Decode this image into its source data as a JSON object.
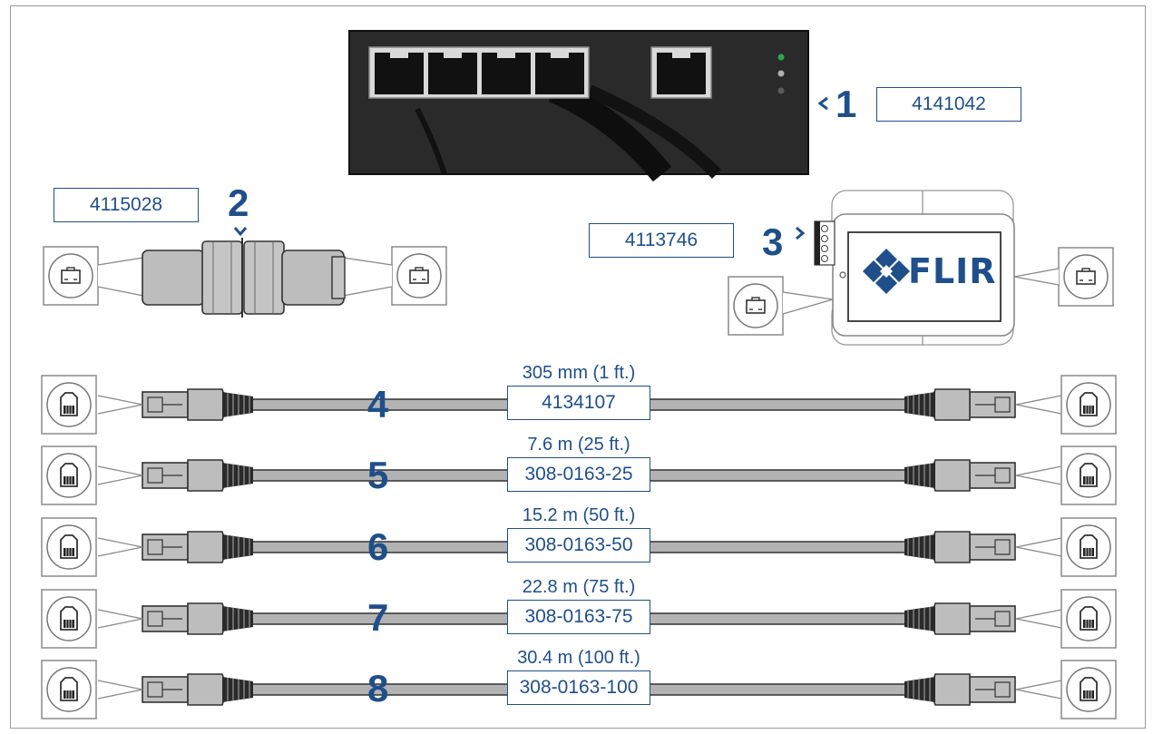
{
  "items": [
    {
      "number": "1",
      "part_number": "4141042"
    },
    {
      "number": "2",
      "part_number": "4115028"
    },
    {
      "number": "3",
      "part_number": "4113746",
      "brand_logo": "FLIR"
    },
    {
      "number": "4",
      "part_number": "4134107",
      "length": "305 mm (1 ft.)"
    },
    {
      "number": "5",
      "part_number": "308-0163-25",
      "length": "7.6 m (25 ft.)"
    },
    {
      "number": "6",
      "part_number": "308-0163-50",
      "length": "15.2 m (50 ft.)"
    },
    {
      "number": "7",
      "part_number": "308-0163-75",
      "length": "22.8 m (75 ft.)"
    },
    {
      "number": "8",
      "part_number": "308-0163-100",
      "length": "30.4 m (100 ft.)"
    }
  ],
  "colors": {
    "label_blue": "#1f4f8a",
    "switch_body": "#2a2a2a",
    "cable_grey": "#b3b3b3",
    "led_green": "#2ea84a"
  },
  "icons": [
    "rj45-socket-icon",
    "rj45-plug-icon",
    "ethernet-port-icon"
  ]
}
